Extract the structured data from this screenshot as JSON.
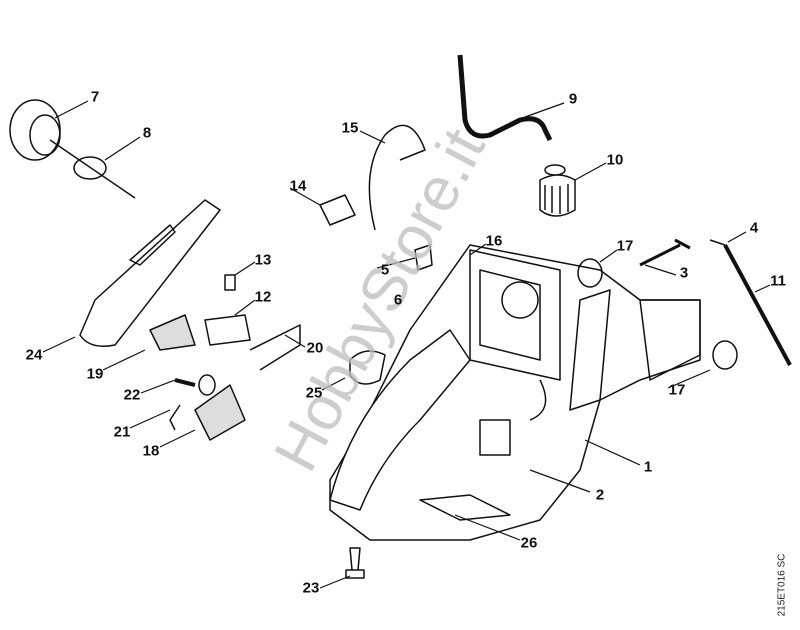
{
  "diagram": {
    "labels": [
      "1",
      "2",
      "3",
      "4",
      "5",
      "6",
      "7",
      "8",
      "9",
      "10",
      "11",
      "12",
      "13",
      "14",
      "15",
      "16",
      "17",
      "17",
      "18",
      "19",
      "20",
      "21",
      "22",
      "23",
      "24",
      "25",
      "26"
    ],
    "watermark": "HobbyStore.it",
    "drawing_code": "215ET016 SC"
  }
}
